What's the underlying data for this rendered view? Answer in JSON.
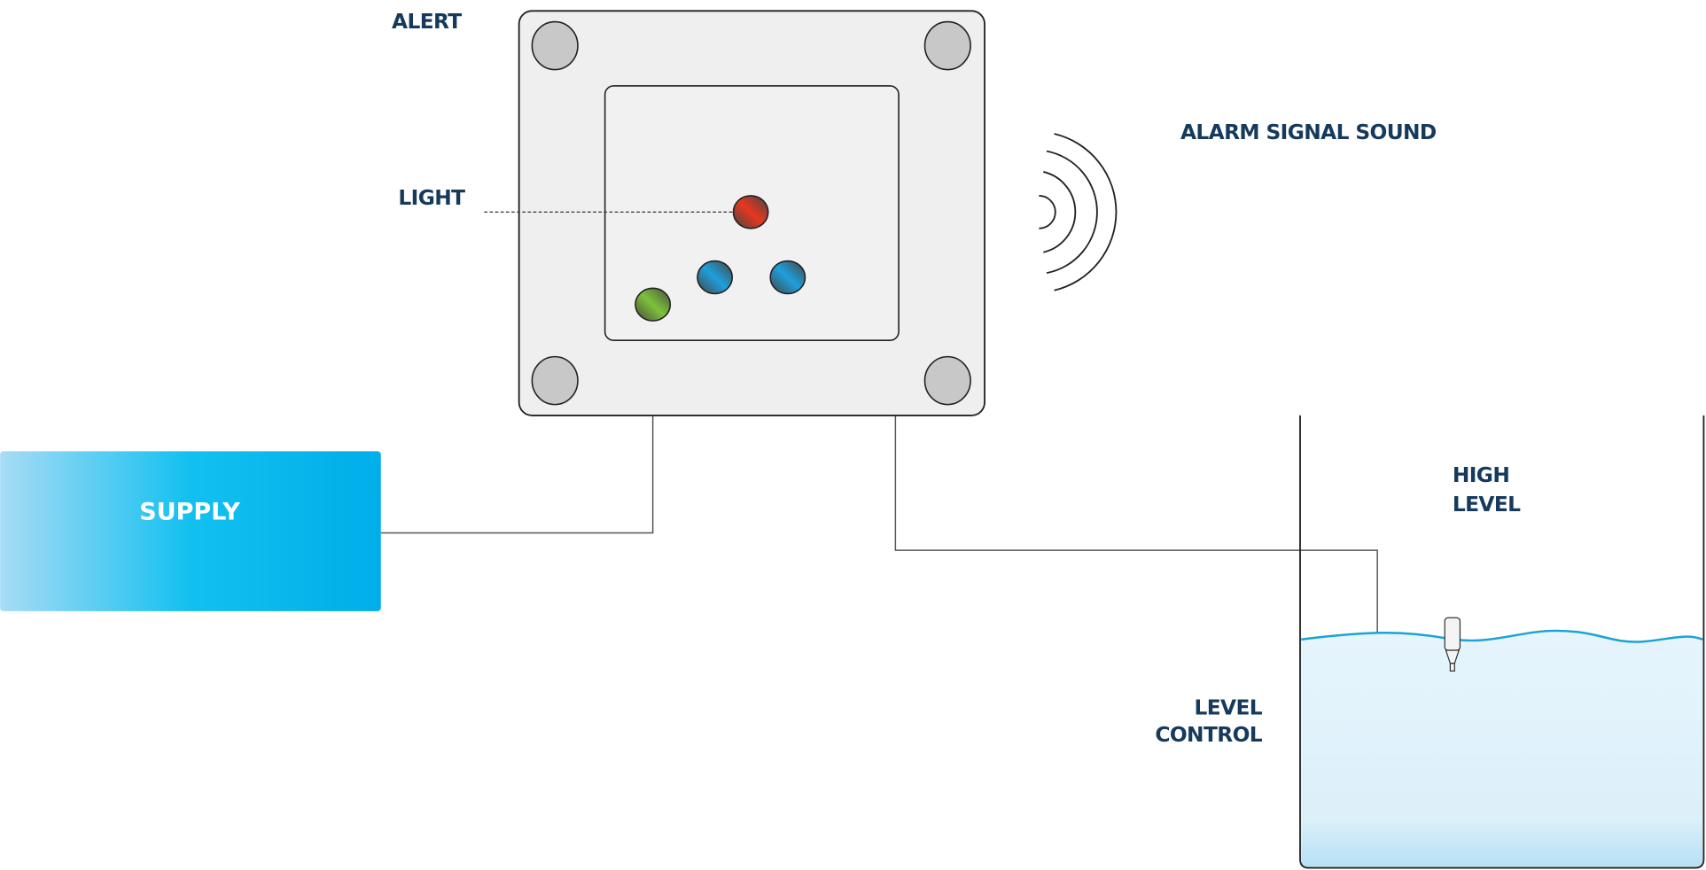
{
  "labels": {
    "alert": "ALERT",
    "light": "LIGHT",
    "alarm_signal_sound": "ALARM SIGNAL SOUND",
    "supply": "SUPPLY",
    "high_level": [
      "HIGH",
      "LEVEL"
    ],
    "level_control": [
      "LEVEL",
      "CONTROL"
    ]
  },
  "colors": {
    "label_text": "#163a5c",
    "supply_gradient": [
      "#a8dcf5",
      "#00b4ee"
    ],
    "water": "#dff1fb",
    "water_line": "#1aa3d4",
    "led_red": "#d9321f",
    "led_blue": "#1a8fc9",
    "led_green": "#6aa83a"
  }
}
